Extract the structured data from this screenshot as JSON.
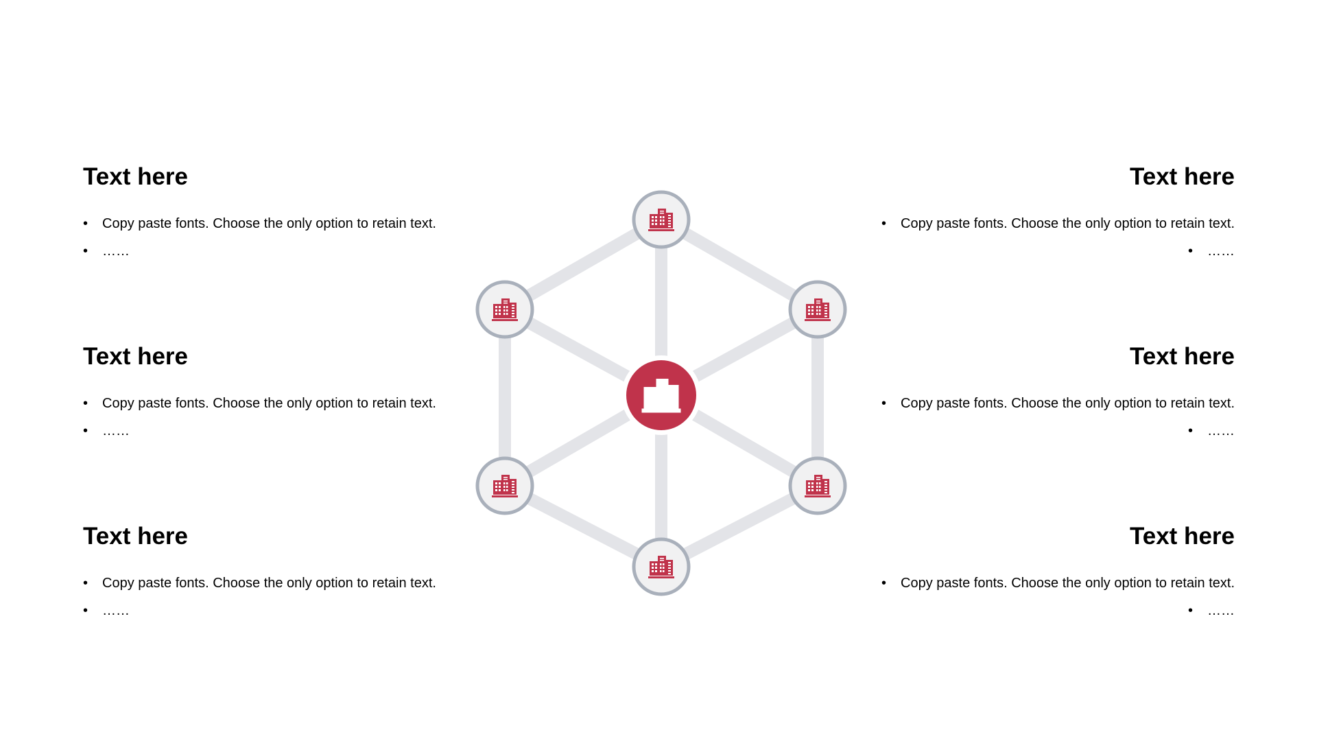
{
  "colors": {
    "accent": "#c0334b",
    "ring": "#a9b0bb",
    "node_fill": "#f1f1f2",
    "link": "#e3e4e8"
  },
  "icons": {
    "center": "building-icon",
    "node": "building-icon"
  },
  "blocks": [
    {
      "side": "left",
      "title": "Text here",
      "bullets": [
        "Copy paste fonts. Choose the only option to retain text.",
        "……"
      ]
    },
    {
      "side": "left",
      "title": "Text here",
      "bullets": [
        "Copy paste fonts. Choose the only option to retain text.",
        "……"
      ]
    },
    {
      "side": "left",
      "title": "Text here",
      "bullets": [
        "Copy paste fonts. Choose the only option to retain text.",
        "……"
      ]
    },
    {
      "side": "right",
      "title": "Text here",
      "bullets": [
        "Copy paste fonts. Choose the only option to retain text.",
        "……"
      ]
    },
    {
      "side": "right",
      "title": "Text here",
      "bullets": [
        "Copy paste fonts. Choose the only option to retain text.",
        "……"
      ]
    },
    {
      "side": "right",
      "title": "Text here",
      "bullets": [
        "Copy paste fonts. Choose the only option to retain text.",
        "……"
      ]
    }
  ]
}
